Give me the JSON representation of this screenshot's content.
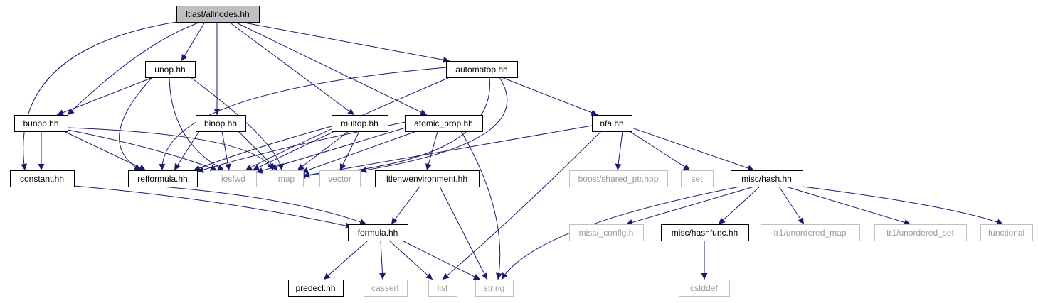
{
  "diagram": {
    "type": "include-dependency-graph",
    "colors": {
      "edge": "#191970",
      "root_fill": "#bfbfbf",
      "external_border": "#bfbfbf",
      "external_text": "#9a9a9a",
      "node_border": "#000000"
    },
    "nodes": [
      {
        "id": "allnodes",
        "label": "ltlast/allnodes.hh",
        "kind": "root"
      },
      {
        "id": "unop",
        "label": "unop.hh",
        "kind": "local"
      },
      {
        "id": "automatop",
        "label": "automatop.hh",
        "kind": "local"
      },
      {
        "id": "bunop",
        "label": "bunop.hh",
        "kind": "local"
      },
      {
        "id": "binop",
        "label": "binop.hh",
        "kind": "local"
      },
      {
        "id": "multop",
        "label": "multop.hh",
        "kind": "local"
      },
      {
        "id": "atomic_prop",
        "label": "atomic_prop.hh",
        "kind": "local"
      },
      {
        "id": "nfa",
        "label": "nfa.hh",
        "kind": "local"
      },
      {
        "id": "constant",
        "label": "constant.hh",
        "kind": "local"
      },
      {
        "id": "refformula",
        "label": "refformula.hh",
        "kind": "local"
      },
      {
        "id": "iosfwd",
        "label": "iosfwd",
        "kind": "external"
      },
      {
        "id": "map",
        "label": "map",
        "kind": "external"
      },
      {
        "id": "vector",
        "label": "vector",
        "kind": "external"
      },
      {
        "id": "environment",
        "label": "ltlenv/environment.hh",
        "kind": "local"
      },
      {
        "id": "shared_ptr",
        "label": "boost/shared_ptr.hpp",
        "kind": "external"
      },
      {
        "id": "set",
        "label": "set",
        "kind": "external"
      },
      {
        "id": "hash",
        "label": "misc/hash.hh",
        "kind": "local"
      },
      {
        "id": "formula",
        "label": "formula.hh",
        "kind": "local"
      },
      {
        "id": "config",
        "label": "misc/_config.h",
        "kind": "external"
      },
      {
        "id": "hashfunc",
        "label": "misc/hashfunc.hh",
        "kind": "local"
      },
      {
        "id": "unordered_map",
        "label": "tr1/unordered_map",
        "kind": "external"
      },
      {
        "id": "unordered_set",
        "label": "tr1/unordered_set",
        "kind": "external"
      },
      {
        "id": "functional",
        "label": "functional",
        "kind": "external"
      },
      {
        "id": "predecl",
        "label": "predecl.hh",
        "kind": "local"
      },
      {
        "id": "cassert",
        "label": "cassert",
        "kind": "external"
      },
      {
        "id": "list",
        "label": "list",
        "kind": "external"
      },
      {
        "id": "string",
        "label": "string",
        "kind": "external"
      },
      {
        "id": "cstddef",
        "label": "cstddef",
        "kind": "external"
      }
    ],
    "edges": [
      [
        "allnodes",
        "unop"
      ],
      [
        "allnodes",
        "automatop"
      ],
      [
        "allnodes",
        "bunop"
      ],
      [
        "allnodes",
        "binop"
      ],
      [
        "allnodes",
        "multop"
      ],
      [
        "allnodes",
        "atomic_prop"
      ],
      [
        "allnodes",
        "constant"
      ],
      [
        "unop",
        "bunop"
      ],
      [
        "unop",
        "refformula"
      ],
      [
        "unop",
        "iosfwd"
      ],
      [
        "unop",
        "map"
      ],
      [
        "automatop",
        "refformula"
      ],
      [
        "automatop",
        "iosfwd"
      ],
      [
        "automatop",
        "map"
      ],
      [
        "automatop",
        "vector"
      ],
      [
        "automatop",
        "nfa"
      ],
      [
        "bunop",
        "constant"
      ],
      [
        "bunop",
        "refformula"
      ],
      [
        "bunop",
        "iosfwd"
      ],
      [
        "bunop",
        "map"
      ],
      [
        "binop",
        "refformula"
      ],
      [
        "binop",
        "iosfwd"
      ],
      [
        "binop",
        "map"
      ],
      [
        "multop",
        "refformula"
      ],
      [
        "multop",
        "iosfwd"
      ],
      [
        "multop",
        "map"
      ],
      [
        "multop",
        "vector"
      ],
      [
        "atomic_prop",
        "refformula"
      ],
      [
        "atomic_prop",
        "iosfwd"
      ],
      [
        "atomic_prop",
        "map"
      ],
      [
        "atomic_prop",
        "environment"
      ],
      [
        "atomic_prop",
        "string"
      ],
      [
        "nfa",
        "map"
      ],
      [
        "nfa",
        "shared_ptr"
      ],
      [
        "nfa",
        "set"
      ],
      [
        "nfa",
        "hash"
      ],
      [
        "nfa",
        "list"
      ],
      [
        "constant",
        "formula"
      ],
      [
        "refformula",
        "formula"
      ],
      [
        "environment",
        "formula"
      ],
      [
        "environment",
        "string"
      ],
      [
        "hash",
        "string"
      ],
      [
        "hash",
        "config"
      ],
      [
        "hash",
        "hashfunc"
      ],
      [
        "hash",
        "unordered_map"
      ],
      [
        "hash",
        "unordered_set"
      ],
      [
        "hash",
        "functional"
      ],
      [
        "hashfunc",
        "cstddef"
      ],
      [
        "formula",
        "predecl"
      ],
      [
        "formula",
        "cassert"
      ],
      [
        "formula",
        "list"
      ],
      [
        "formula",
        "string"
      ]
    ]
  }
}
